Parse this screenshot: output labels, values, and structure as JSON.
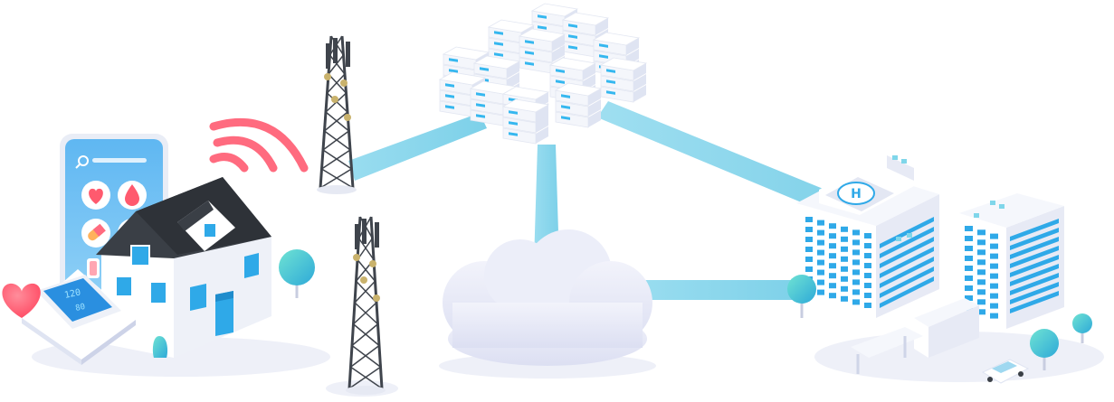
{
  "colors": {
    "link": "#7fd6ea",
    "link_dark": "#4fb7d8",
    "server_face": "#f4f6fb",
    "server_side": "#dfe4f2",
    "server_led": "#35b7ef",
    "cloud": "#e6e8f6",
    "roof": "#3a3f46",
    "wall": "#ffffff",
    "window": "#2fa9e8",
    "signal": "#ff6b7f",
    "heart": "#ff5a6e",
    "tree": "#38c4d6",
    "tower": "#3f444c",
    "tower_accent": "#c9b26c",
    "shadow": "#eef0f8"
  },
  "icons": {
    "phone": "smartphone-icon",
    "heart": "heart-icon",
    "drop": "blood-drop-icon",
    "pill": "pill-icon",
    "search": "search-icon",
    "monitor": "blood-pressure-monitor-icon",
    "tower": "cell-tower-icon",
    "cloud": "cloud-icon",
    "server": "server-icon",
    "hospital": "hospital-icon",
    "helipad": "helipad-icon",
    "car": "car-icon",
    "tree": "tree-icon",
    "wifi": "wifi-signal-icon"
  },
  "helipad_letter": "H",
  "monitor_readout": {
    "systolic": "120",
    "diastolic": "80"
  }
}
